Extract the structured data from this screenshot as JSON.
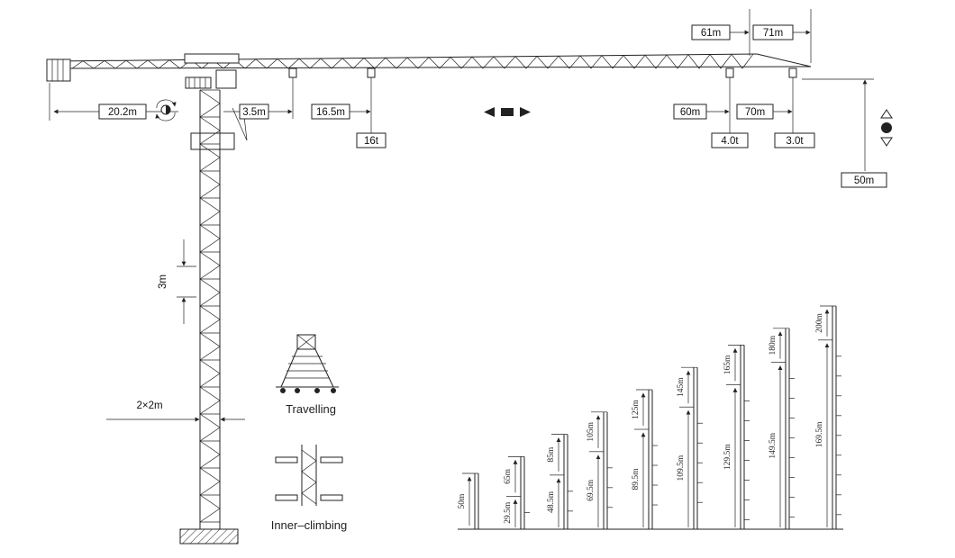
{
  "crane": {
    "dims": {
      "counter_jib": "20.2m",
      "min_radius": "3.5m",
      "max_load_radius": "16.5m",
      "radius_60": "60m",
      "radius_61": "61m",
      "radius_70": "70m",
      "radius_71": "71m",
      "hook_height": "50m",
      "section_height": "3m",
      "section_size": "2×2m"
    },
    "loads": {
      "max_load": "16t",
      "load_60": "4.0t",
      "load_70": "3.0t"
    }
  },
  "modes": {
    "travelling": "Travelling",
    "inner_climbing": "Inner–climbing"
  },
  "heights": {
    "configs": [
      {
        "total": "50m"
      },
      {
        "total": "65m",
        "base": "29.5m"
      },
      {
        "total": "85m",
        "base": "48.5m"
      },
      {
        "total": "105m",
        "base": "69.5m"
      },
      {
        "total": "125m",
        "base": "89.5m"
      },
      {
        "total": "145m",
        "base": "109.5m"
      },
      {
        "total": "165m",
        "base": "129.5m"
      },
      {
        "total": "180m",
        "base": "149.5m"
      },
      {
        "total": "200m",
        "base": "169.5m"
      }
    ]
  }
}
